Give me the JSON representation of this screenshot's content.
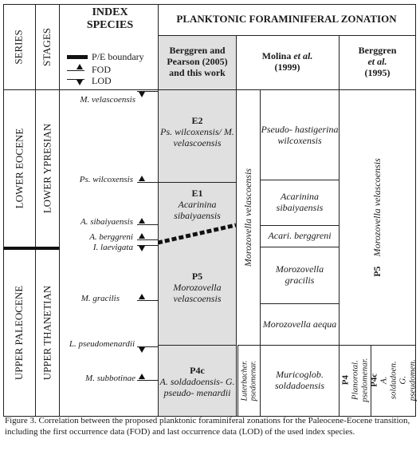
{
  "headers": {
    "series": "SERIES",
    "stages": "STAGES",
    "index_species": "INDEX SPECIES",
    "legend_pe": "P/E boundary",
    "legend_fod": "FOD",
    "legend_lod": "LOD",
    "zonation": "PLANKTONIC FORAMINIFERAL ZONATION",
    "col_b2005": "Berggren and Pearson (2005) and this work",
    "col_molina_a": "Molina ",
    "col_molina_b": "et al.",
    "col_molina_c": "(1999)",
    "col_b1995_a": "Berggren",
    "col_b1995_b": "et al.",
    "col_b1995_c": "(1995)"
  },
  "series": {
    "lower": "LOWER EOCENE",
    "upper": "UPPER PALEOCENE"
  },
  "stages": {
    "lower": "LOWER YPRESIAN",
    "upper": "UPPER THANETIAN"
  },
  "species": [
    "M. velascoensis",
    "Ps. wilcoxensis",
    "A. sibaiyaensis",
    "A. berggreni",
    "I. laevigata",
    "M. gracilis",
    "L. pseudomenardii",
    "M. subbotinae"
  ],
  "b2005": {
    "e2_code": "E2",
    "e2_name": "Ps. wilcoxensis/ M. velascoensis",
    "e1_code": "E1",
    "e1_name": "Acarinina sibaiyaensis",
    "p5_code": "P5",
    "p5_name": "Morozovella velascoensis",
    "p4c_code": "P4c",
    "p4c_name": "A. soldadoensis- G. pseudo- menardii"
  },
  "molina": {
    "vert_velascoensis": "Morozovella velascoensis",
    "vert_luterbacheri": "Luterbacher. psedomenar.",
    "pseudohastigerina": "Pseudo- hastigerina wilcoxensis",
    "acarinina_sib": "Acarinina sibaiyaensis",
    "acari_berggreni": "Acari. berggreni",
    "moro_gracilis": "Morozovella gracilis",
    "moro_aequa": "Morozovella aequa",
    "muricoglob": "Muricoglob. soldadoensis"
  },
  "b1995": {
    "p5_code": "P5",
    "p5_name": "Morozovella velascoensis",
    "p4_code": "P4",
    "p4_name": "Planorotal. psedomenar.",
    "p4c_code": "P4c",
    "p4c_name": "A. soldadoen. G. pseudomen."
  },
  "caption": "Figure 3. Correlation between the proposed planktonic foraminiferal zonations for the Paleocene-Eocene transition, including the first occurrence data (FOD) and last occurrence data (LOD) of the used index species.",
  "colors": {
    "shaded": "#e0e0e0",
    "line": "#222222",
    "boundary": "#111111"
  }
}
